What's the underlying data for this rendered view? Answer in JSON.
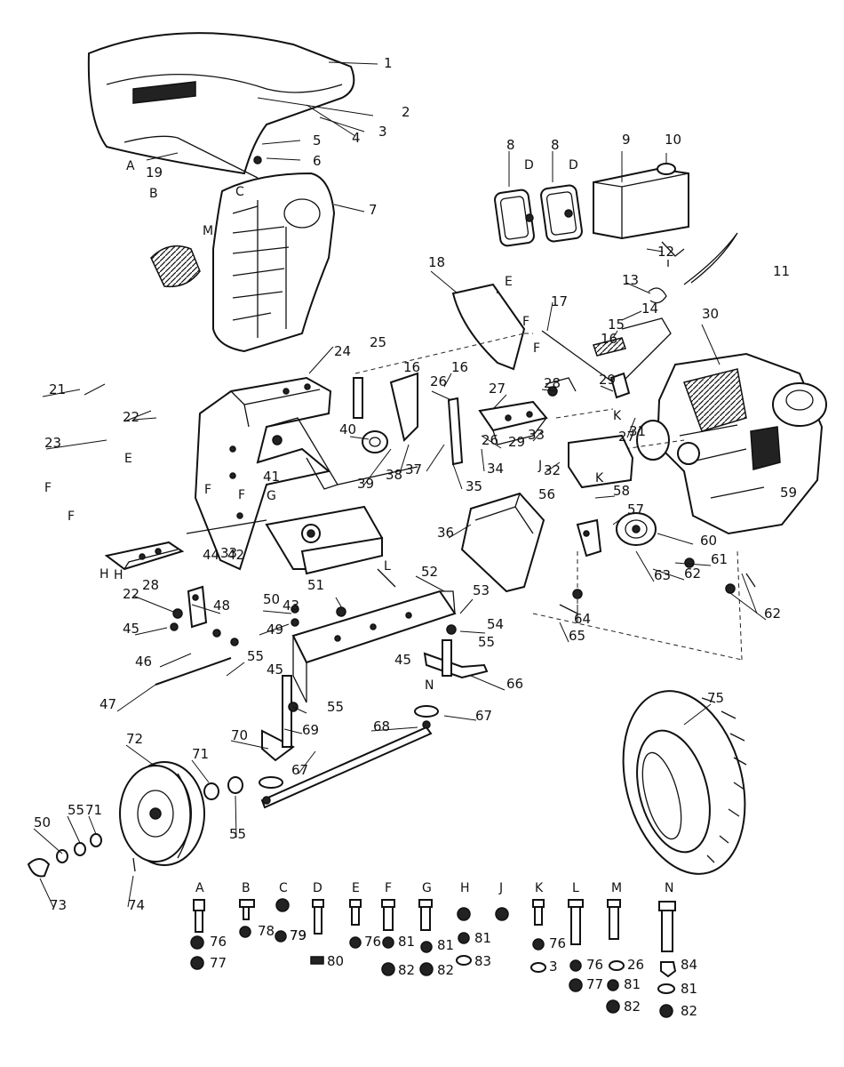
{
  "diagram": {
    "callouts": [
      "1",
      "2",
      "3",
      "4",
      "5",
      "6",
      "7",
      "8",
      "8",
      "9",
      "10",
      "11",
      "12",
      "13",
      "14",
      "15",
      "16",
      "16",
      "16",
      "17",
      "18",
      "19",
      "21",
      "22",
      "22",
      "23",
      "24",
      "25",
      "26",
      "26",
      "27",
      "27",
      "28",
      "28",
      "29",
      "29",
      "30",
      "31",
      "32",
      "33",
      "33",
      "34",
      "35",
      "36",
      "37",
      "38",
      "39",
      "40",
      "41",
      "42",
      "43",
      "44",
      "45",
      "45",
      "45",
      "46",
      "47",
      "48",
      "49",
      "50",
      "50",
      "51",
      "52",
      "53",
      "54",
      "55",
      "55",
      "55",
      "55",
      "55",
      "56",
      "57",
      "58",
      "59",
      "60",
      "61",
      "62",
      "62",
      "63",
      "64",
      "65",
      "66",
      "67",
      "67",
      "68",
      "69",
      "70",
      "71",
      "71",
      "72",
      "73",
      "74",
      "75"
    ],
    "letters": [
      "A",
      "B",
      "C",
      "D",
      "D",
      "E",
      "E",
      "F",
      "F",
      "F",
      "F",
      "F",
      "F",
      "G",
      "H",
      "H",
      "J",
      "K",
      "K",
      "L",
      "M",
      "N"
    ],
    "hardware_groups": [
      {
        "letter": "A",
        "parts": [
          "76",
          "77"
        ]
      },
      {
        "letter": "B",
        "parts": [
          "78",
          "79"
        ]
      },
      {
        "letter": "C",
        "parts": [
          "79"
        ]
      },
      {
        "letter": "D",
        "parts": [
          "80"
        ]
      },
      {
        "letter": "E",
        "parts": [
          "76"
        ]
      },
      {
        "letter": "F",
        "parts": [
          "81",
          "82"
        ]
      },
      {
        "letter": "G",
        "parts": [
          "81",
          "82"
        ]
      },
      {
        "letter": "H",
        "parts": [
          "81",
          "83"
        ]
      },
      {
        "letter": "J",
        "parts": []
      },
      {
        "letter": "K",
        "parts": [
          "76",
          "3"
        ]
      },
      {
        "letter": "L",
        "parts": [
          "76",
          "77"
        ]
      },
      {
        "letter": "M",
        "parts": [
          "26",
          "81",
          "82"
        ]
      },
      {
        "letter": "N",
        "parts": [
          "84",
          "81",
          "82"
        ]
      }
    ]
  }
}
